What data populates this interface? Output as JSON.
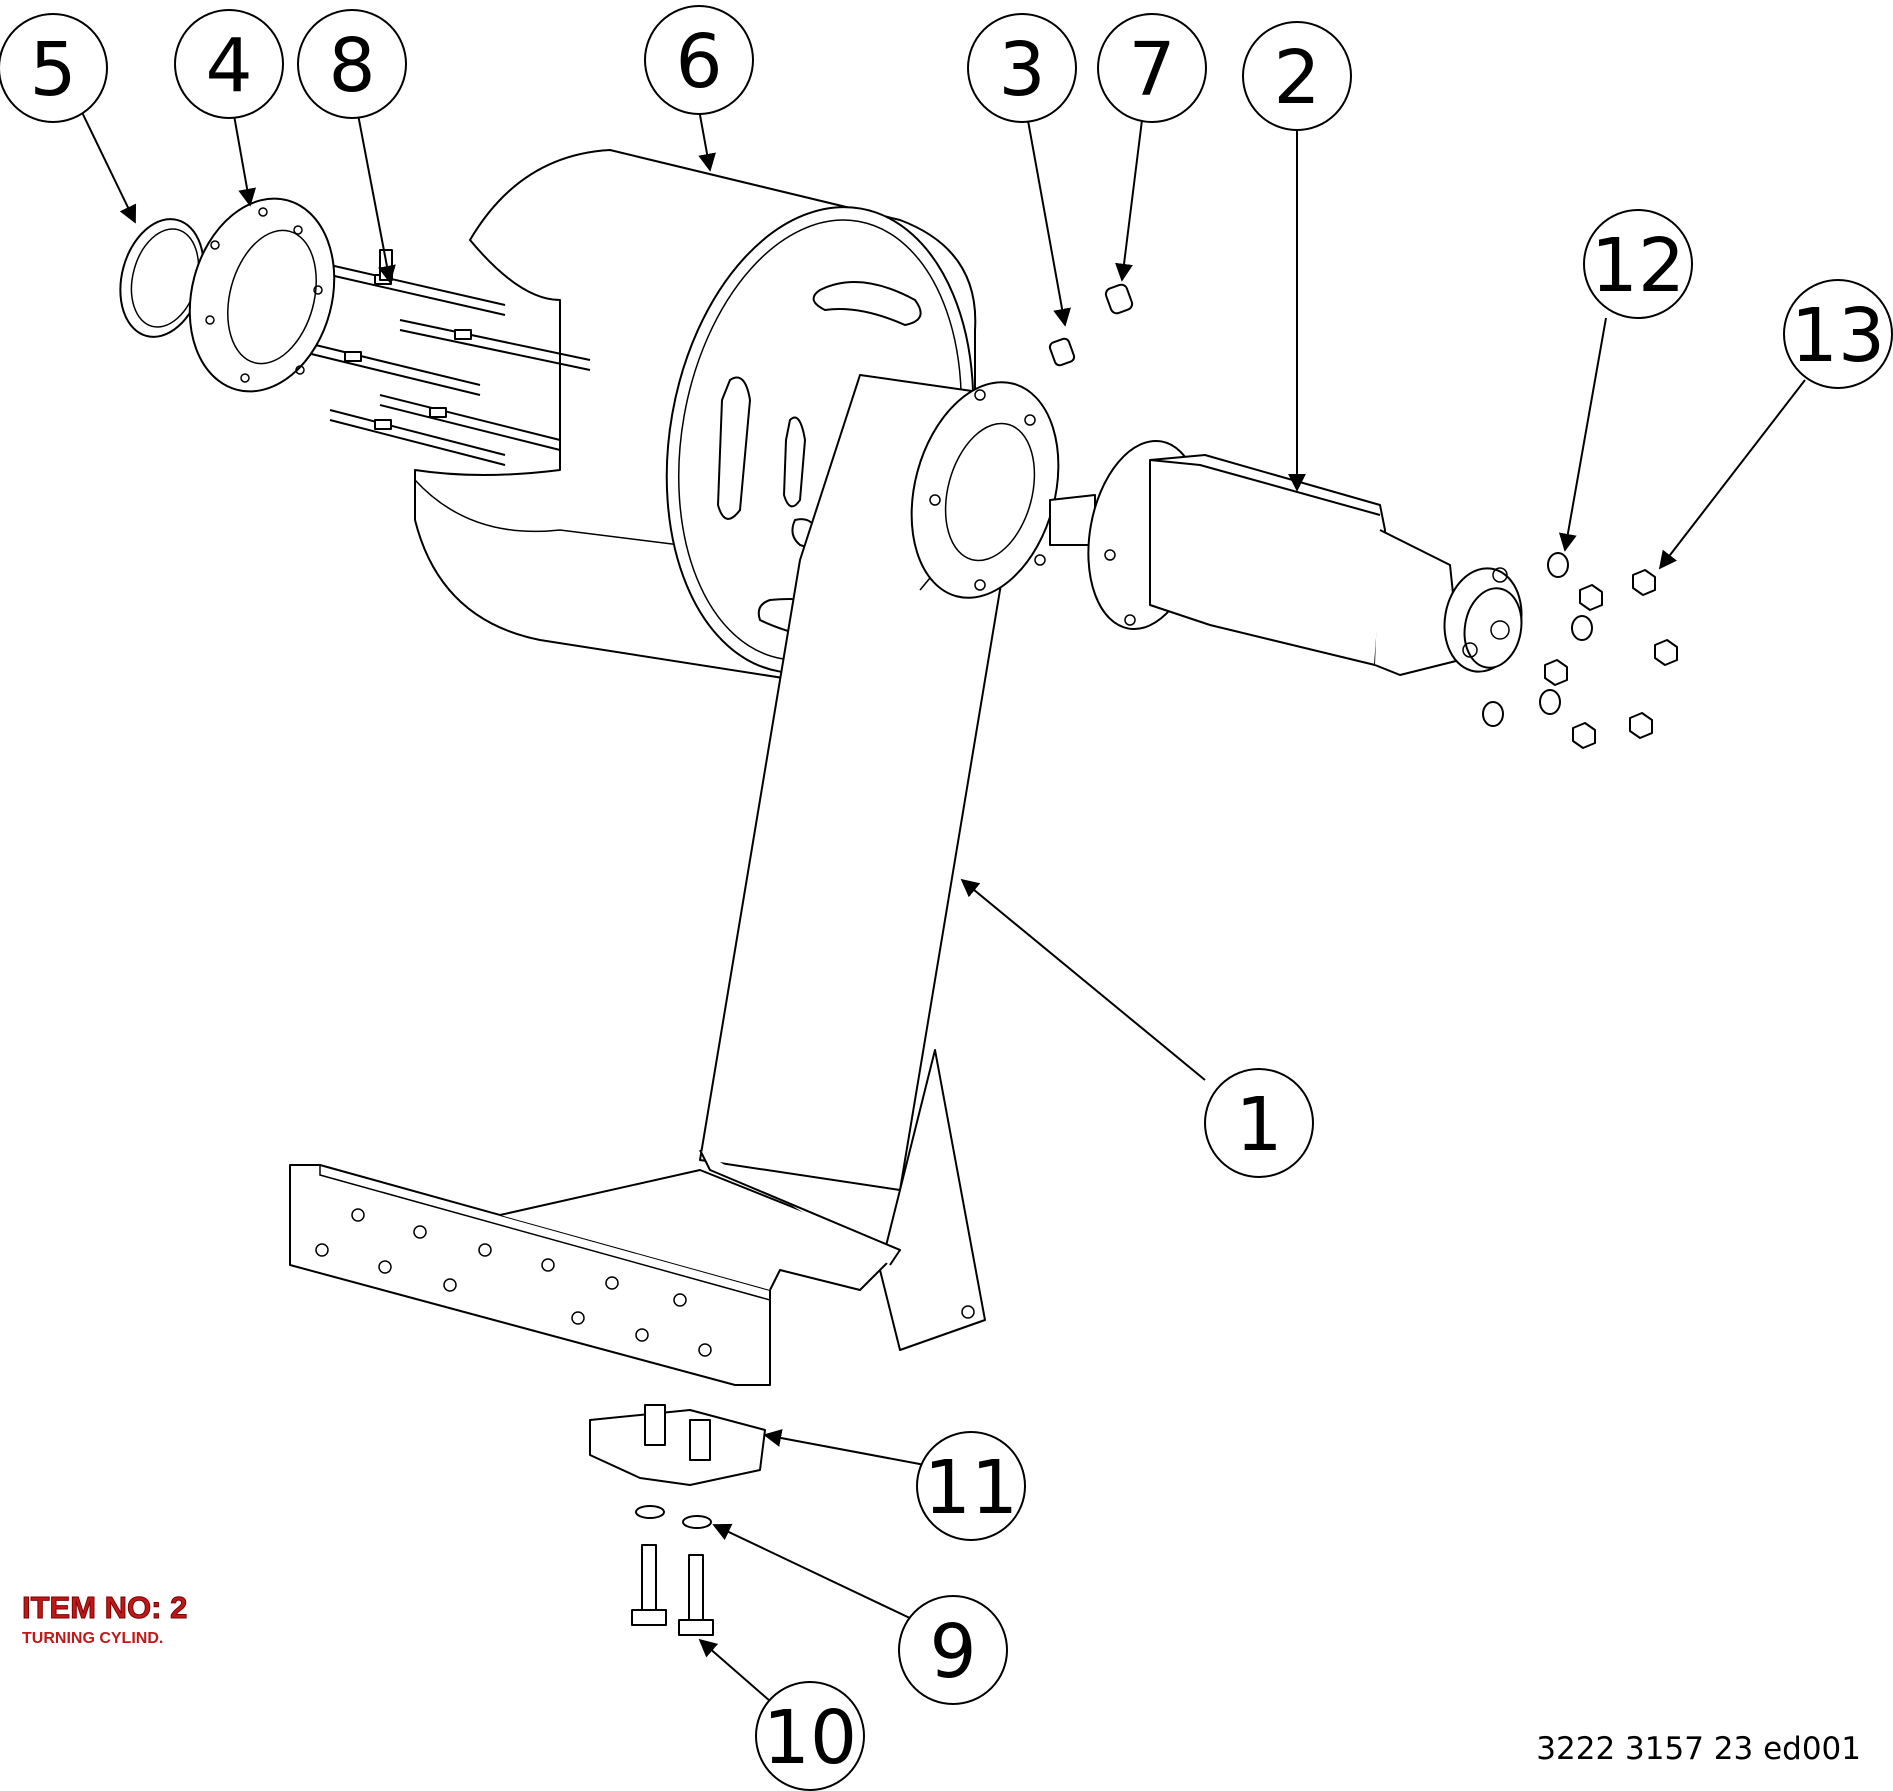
{
  "item": {
    "title": "ITEM NO: 2",
    "subtitle": "TURNING CYLIND."
  },
  "drawing_number": "3222 3157 23 ed001",
  "balloons": [
    "1",
    "2",
    "3",
    "4",
    "5",
    "6",
    "7",
    "8",
    "9",
    "10",
    "11",
    "12",
    "13"
  ],
  "colors": {
    "item_label": "#c01818",
    "lines": "#000000",
    "background": "#ffffff"
  }
}
